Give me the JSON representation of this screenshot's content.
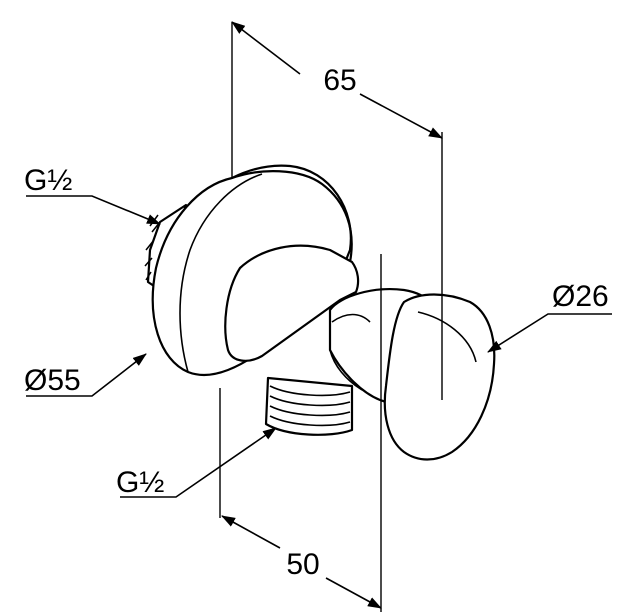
{
  "drawing": {
    "dimensions": {
      "length_65": "65",
      "length_50": "50",
      "dia_55": "Ø55",
      "dia_26": "Ø26",
      "thread_top": "G½",
      "thread_bottom": "G½"
    }
  }
}
